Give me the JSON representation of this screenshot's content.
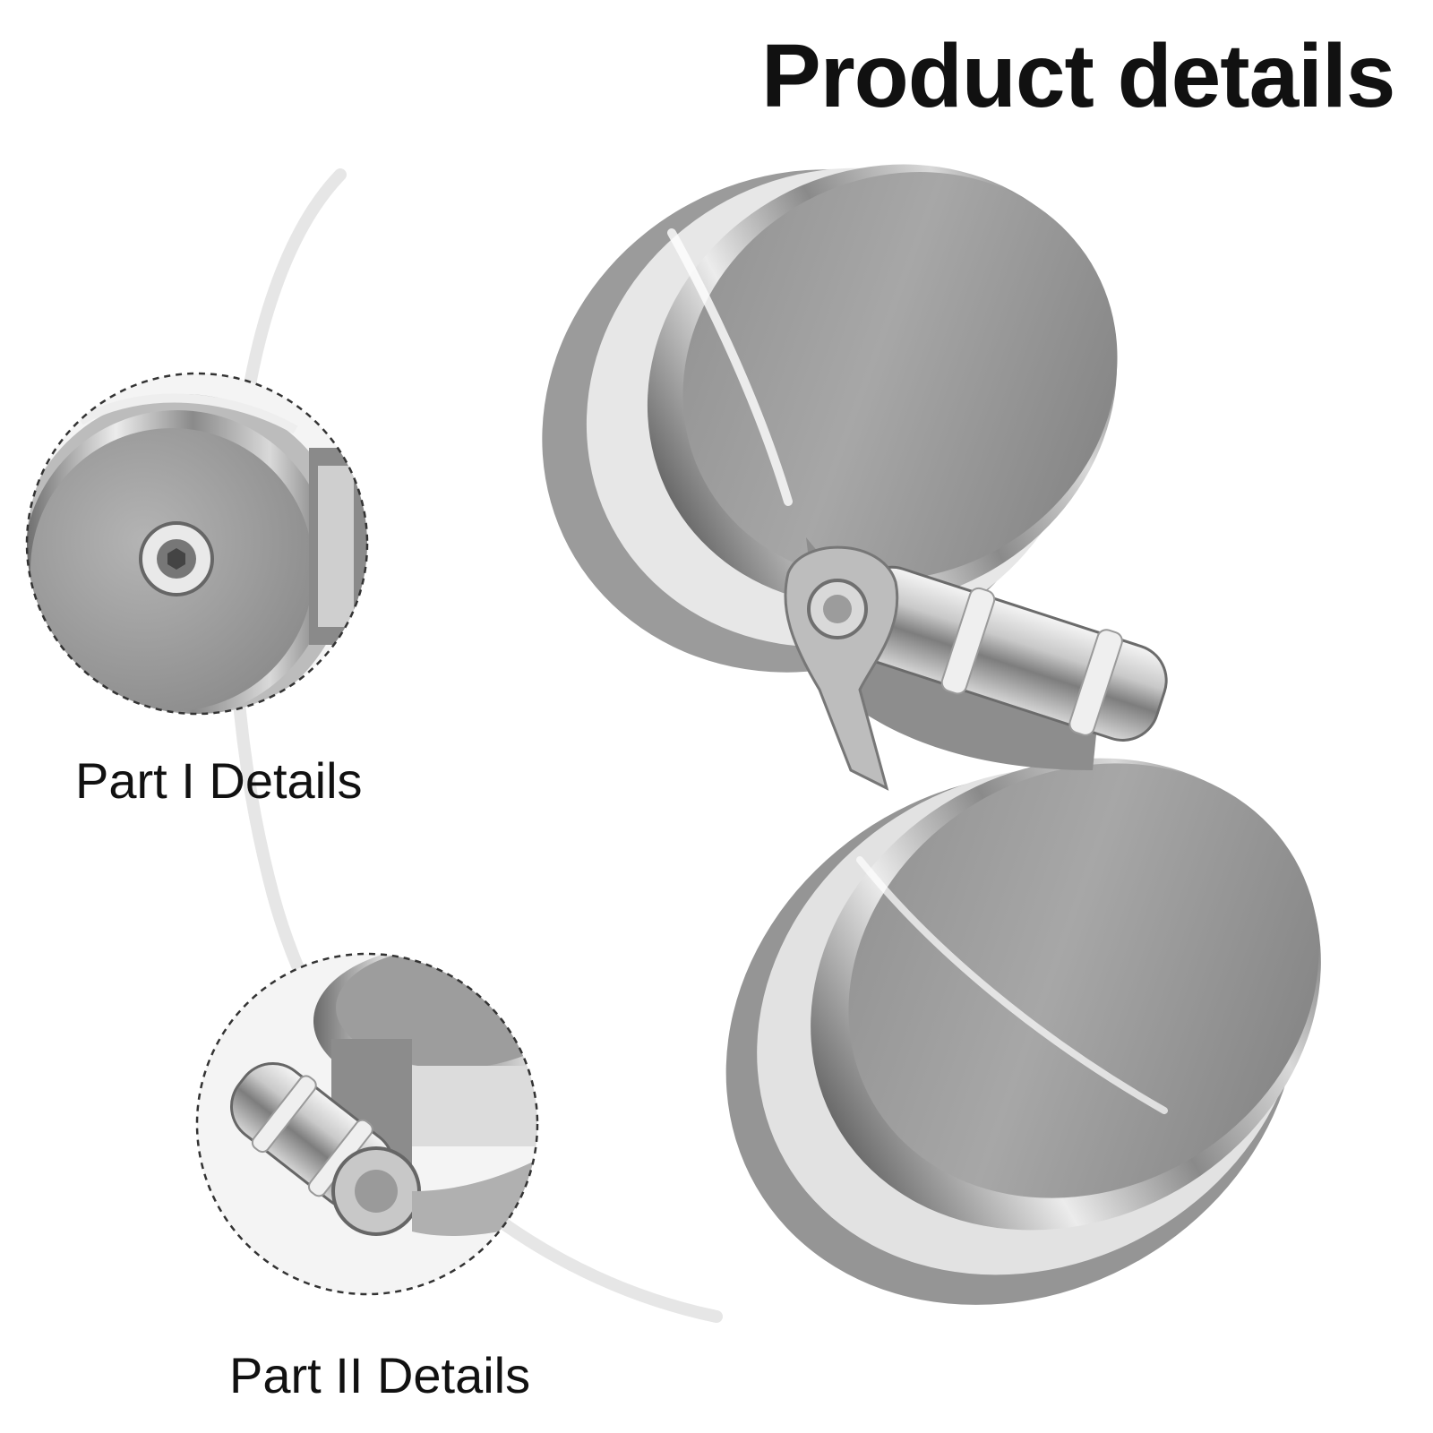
{
  "title": "Product details",
  "captions": {
    "part_1": "Part I Details",
    "part_2": "Part II Details"
  },
  "colors": {
    "background": "#ffffff",
    "text": "#111111",
    "chrome_light": "#f2f2f2",
    "chrome_mid": "#a9a9a9",
    "chrome_dark": "#6d6d6d",
    "gasket": "#dcdcdc",
    "dashed_ring": "#333333"
  },
  "icons": {
    "hinge": "glass-door-hinge-icon",
    "detail_1": "hinge-face-screw-icon",
    "detail_2": "hinge-pin-icon"
  }
}
